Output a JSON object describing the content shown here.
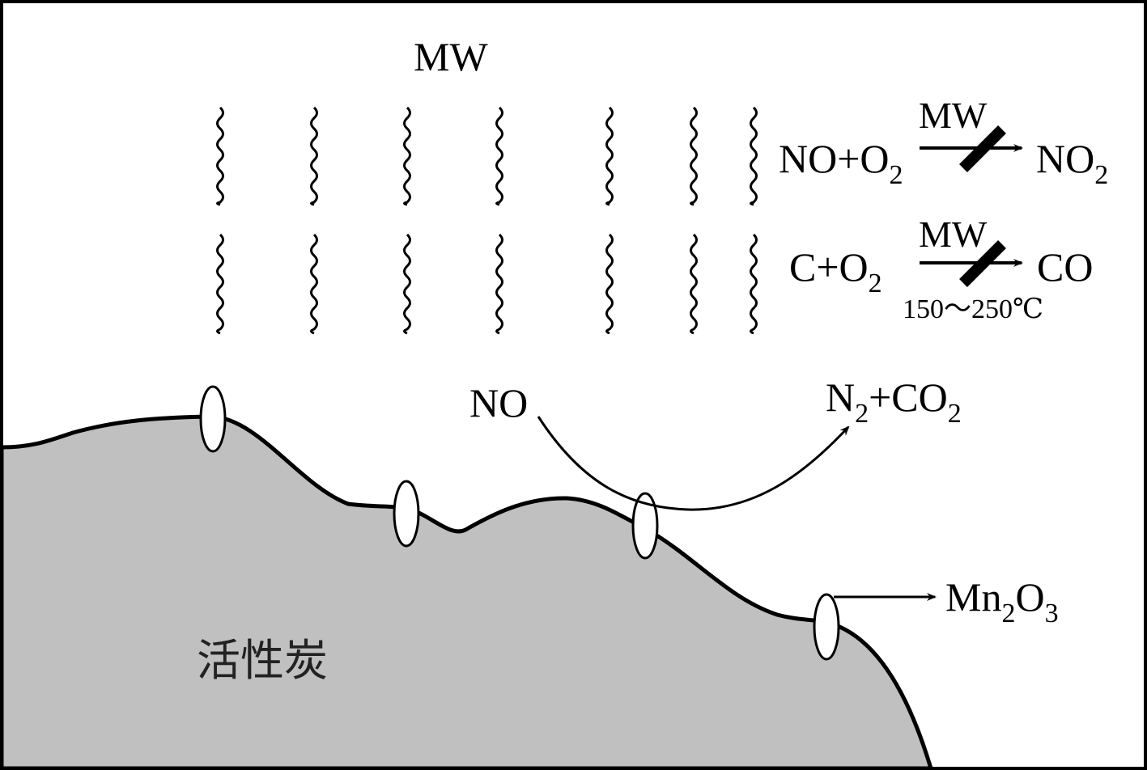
{
  "labels": {
    "mw_top": "MW",
    "reaction1": {
      "left_no": "NO+O",
      "left_sub": "2",
      "condition": "MW",
      "right": "NO",
      "right_sub": "2"
    },
    "reaction2": {
      "left_c": "C+O",
      "left_sub": "2",
      "condition": "MW",
      "temperature": "150～250℃",
      "right": "CO"
    },
    "no_in": "NO",
    "product": {
      "n": "N",
      "n_sub": "2",
      "plus_co": "+CO",
      "co_sub": "2"
    },
    "catalyst": {
      "mn": "Mn",
      "mn_sub": "2",
      "o": "O",
      "o_sub": "3"
    },
    "carbon": "活性炭"
  },
  "colors": {
    "carbon_fill": "#c0c0c0",
    "stroke": "#000000",
    "particle_fill": "#ffffff"
  },
  "icons": {
    "microwave": "wavy-line",
    "blocked_reaction": "crossed-arrow"
  }
}
